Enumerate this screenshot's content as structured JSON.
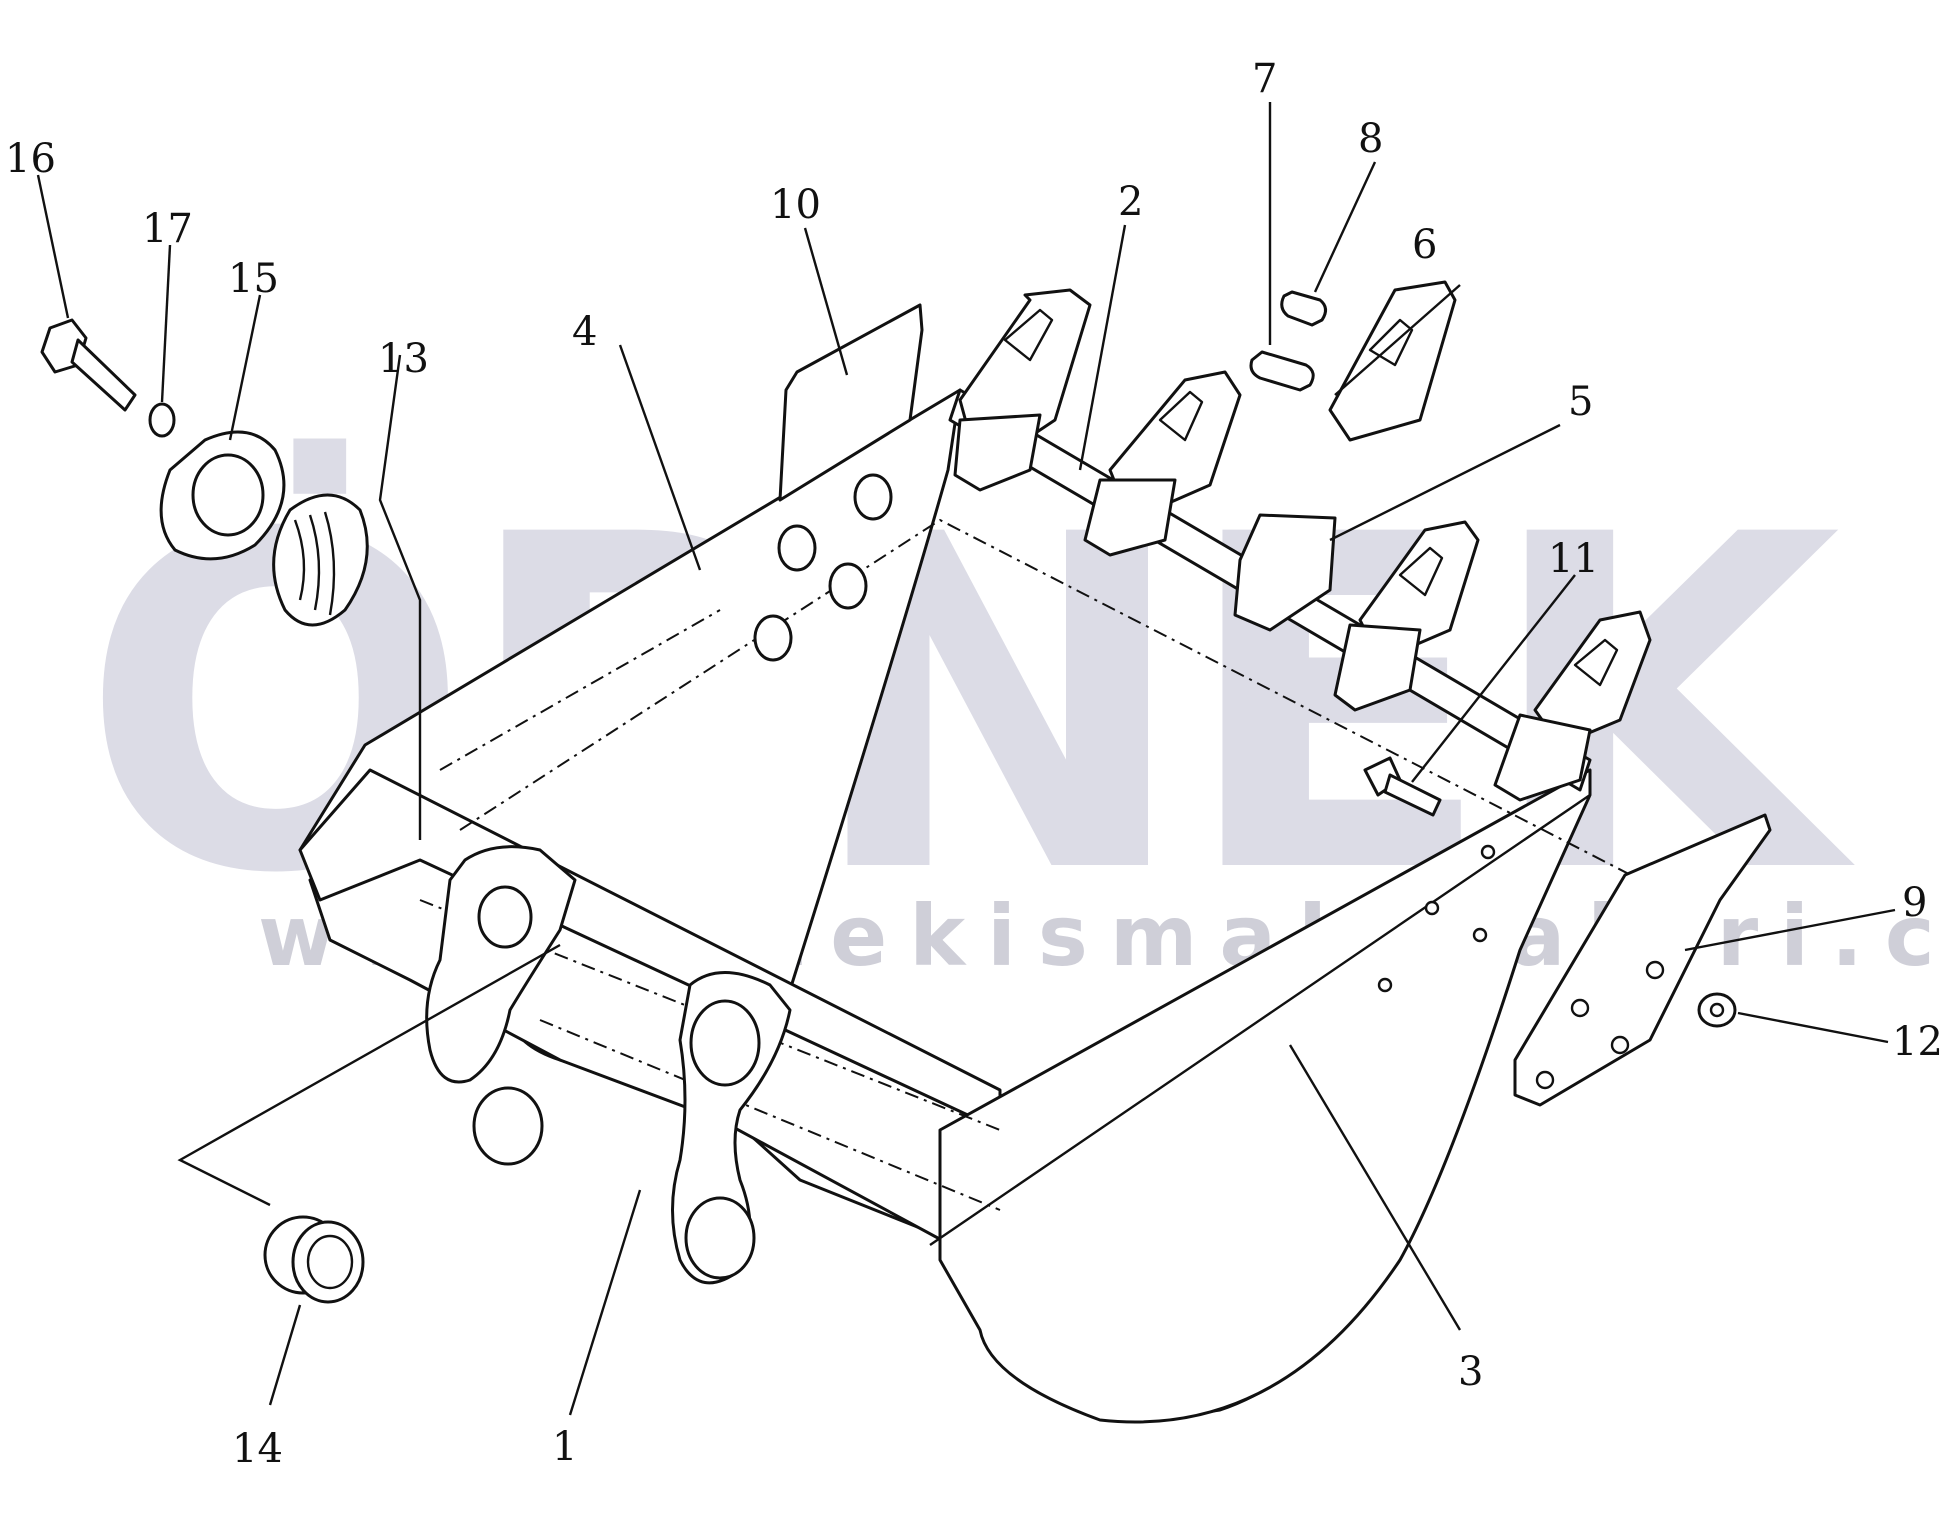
{
  "watermark": {
    "text": "ÖRNEK",
    "url": "www.ornekismakinalari.com.tr",
    "color": "#dcdce6"
  },
  "callouts": [
    {
      "id": "1",
      "label": "1"
    },
    {
      "id": "2",
      "label": "2"
    },
    {
      "id": "3",
      "label": "3"
    },
    {
      "id": "4",
      "label": "4"
    },
    {
      "id": "5",
      "label": "5"
    },
    {
      "id": "6",
      "label": "6"
    },
    {
      "id": "7",
      "label": "7"
    },
    {
      "id": "8",
      "label": "8"
    },
    {
      "id": "9",
      "label": "9"
    },
    {
      "id": "10",
      "label": "10"
    },
    {
      "id": "11",
      "label": "11"
    },
    {
      "id": "12",
      "label": "12"
    },
    {
      "id": "13",
      "label": "13"
    },
    {
      "id": "14",
      "label": "14"
    },
    {
      "id": "15",
      "label": "15"
    },
    {
      "id": "16",
      "label": "16"
    },
    {
      "id": "17",
      "label": "17"
    }
  ]
}
